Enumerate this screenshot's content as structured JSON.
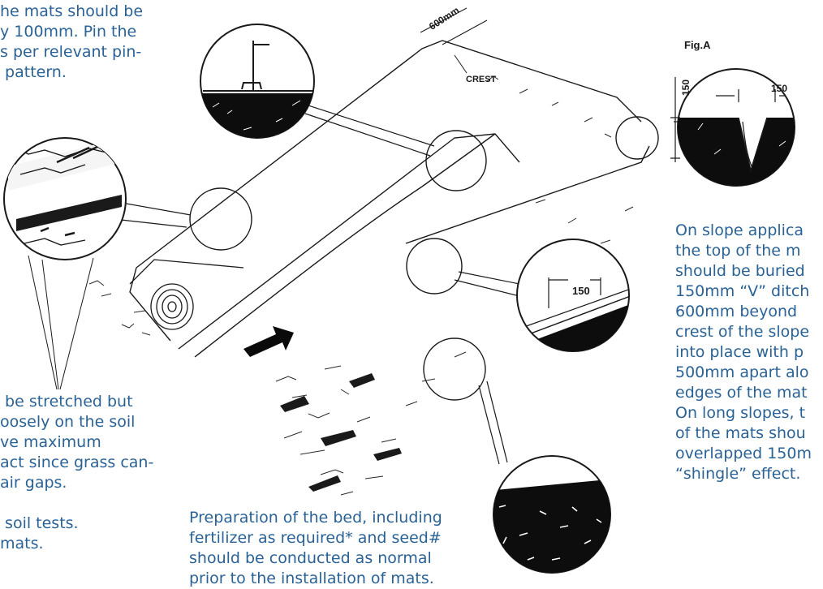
{
  "text": {
    "top_lines": "he mats should be\ny 100mm. Pin the\ns per relevant pin-\n pattern.",
    "left_lines": " be stretched but\noosely on the soil\nve maximum\nact since grass can-\nair gaps.\n\n soil tests.\nmats.",
    "bed_lines": "Preparation of the bed, including\nfertilizer as required* and seed#\nshould be conducted as normal\nprior to the installation of mats.",
    "right_lines": "On slope applica\nthe top of the m\nshould be buried\n150mm “V” ditch\n600mm beyond\ncrest of the slope\ninto place with p\n500mm apart alo\nedges of the mat\nOn long slopes, t\nof the mats shou\noverlapped 150m\n“shingle” effect."
  },
  "labels": {
    "fig": "Fig.A",
    "crest": "CREST",
    "dim_600": "600mm",
    "dim_150_h": "150",
    "dim_150_v": "150",
    "dim_150_overlap": "150"
  },
  "colors": {
    "text": "#2a6296",
    "line": "#1a1a1a",
    "fill_dark": "#0d0d0d"
  }
}
